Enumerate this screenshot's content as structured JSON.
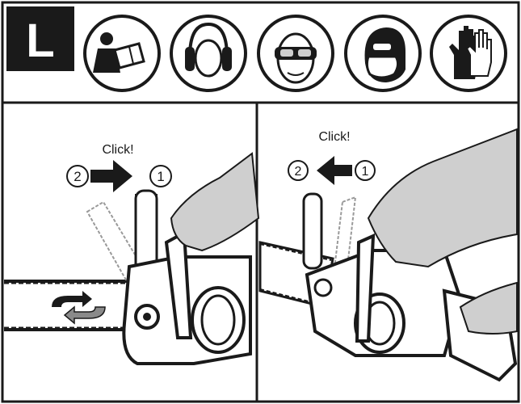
{
  "header": {
    "section_letter": "L",
    "ppe_icons": [
      {
        "icon": "read-manual-icon"
      },
      {
        "icon": "ear-protection-icon"
      },
      {
        "icon": "eye-protection-icon"
      },
      {
        "icon": "dust-mask-icon"
      },
      {
        "icon": "gloves-icon"
      }
    ]
  },
  "panel_left": {
    "click_text": "Click!",
    "step_from": "2",
    "step_to": "1"
  },
  "panel_right": {
    "click_text": "Click!",
    "step_from": "2",
    "step_to": "1"
  },
  "colors": {
    "ink": "#1a1a1a",
    "paper": "#ffffff",
    "shade": "#cfcfcf"
  }
}
